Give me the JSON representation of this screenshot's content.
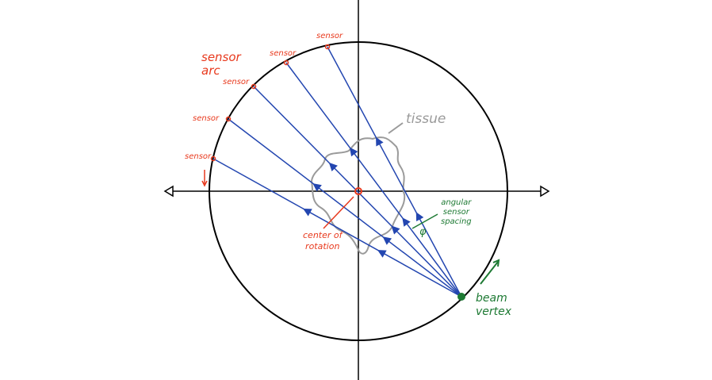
{
  "labels": {
    "sensors": [
      "sensor",
      "sensor",
      "sensor",
      "sensor",
      "sensor"
    ],
    "sensor_arc": [
      "sensor",
      "arc"
    ],
    "tissue": "tissue",
    "angular_spacing": [
      "angular",
      "sensor",
      "spacing"
    ],
    "phi": "φ",
    "center_of_rotation": [
      "center of",
      "rotation"
    ],
    "beam_vertex": [
      "beam",
      "vertex"
    ]
  },
  "colors": {
    "sensor": "#e8391d",
    "ray": "#2346b0",
    "vertex": "#1e7a34",
    "tissue": "#9a9a9a",
    "axis": "#000000"
  }
}
